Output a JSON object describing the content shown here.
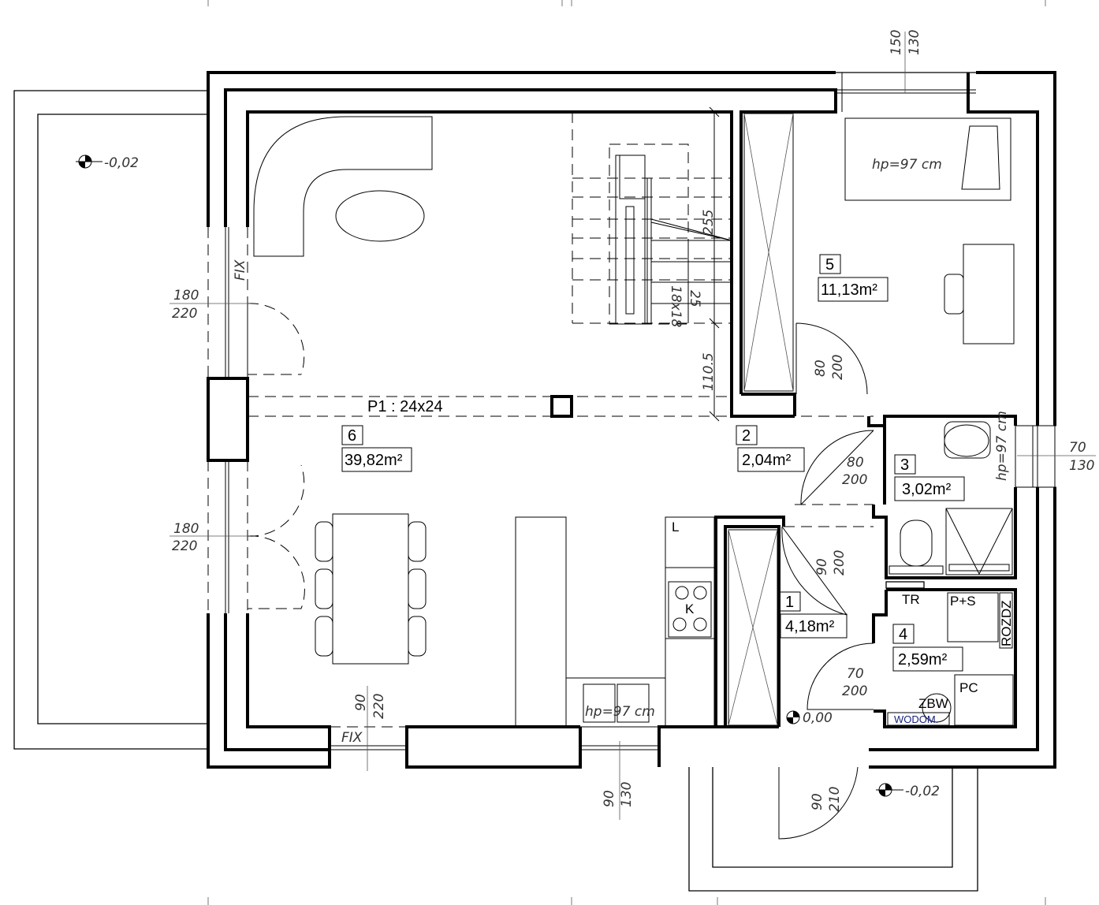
{
  "rooms": [
    {
      "num": "1",
      "area": "4,18m²"
    },
    {
      "num": "2",
      "area": "2,04m²"
    },
    {
      "num": "3",
      "area": "3,02m²"
    },
    {
      "num": "4",
      "area": "2,59m²"
    },
    {
      "num": "5",
      "area": "11,13m²"
    },
    {
      "num": "6",
      "area": "39,82m²"
    }
  ],
  "beam": "P1 : 24x24",
  "levels": {
    "terrace": "-0,02",
    "entrance": "-0,02",
    "floor": "0,00"
  },
  "openings": {
    "top_window": {
      "w": "150",
      "h": "130"
    },
    "left_window_1": {
      "w": "180",
      "h": "220"
    },
    "left_window_2": {
      "w": "180",
      "h": "220"
    },
    "bath_window": {
      "w": "70",
      "h": "130"
    },
    "door_room5": {
      "w": "80",
      "h": "200"
    },
    "door_room3": {
      "w": "80",
      "h": "200"
    },
    "door_room1": {
      "w": "90",
      "h": "200"
    },
    "door_room4": {
      "w": "70",
      "h": "200"
    },
    "bottom_window": {
      "w": "90",
      "h": "220"
    },
    "kitchen_window": {
      "w": "90",
      "h": "130"
    },
    "entrance_door": {
      "w": "90",
      "h": "210"
    },
    "fix": "FIX"
  },
  "stairs": {
    "length": "255",
    "steps": "18x18",
    "count": "25",
    "landing": "110.5"
  },
  "sill": "hp=97 cm",
  "fixtures": {
    "fridge": "L",
    "cooker": "K",
    "dryer": "TR",
    "washer": "P+S",
    "switchboard": "ROZDZ",
    "boiler": "PC",
    "tank": "ZBW",
    "meter": "WODOM."
  }
}
